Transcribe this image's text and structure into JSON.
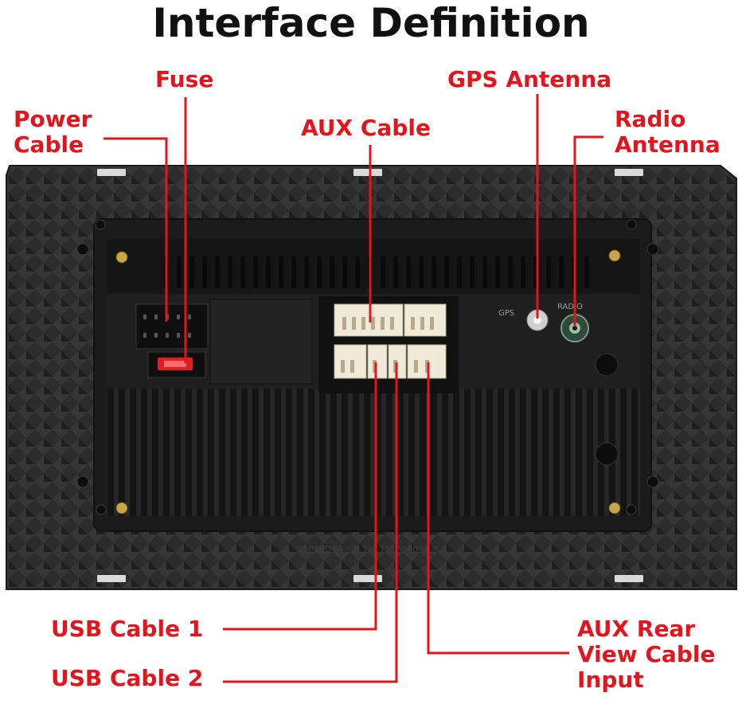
{
  "title": "Interface Definition",
  "labels": {
    "fuse": "Fuse",
    "power_cable_line1": "Power",
    "power_cable_line2": "Cable",
    "aux_cable": "AUX Cable",
    "gps_antenna": "GPS Antenna",
    "radio_antenna_line1": "Radio",
    "radio_antenna_line2": "Antenna",
    "usb_cable_1": "USB Cable 1",
    "usb_cable_2": "USB Cable 2",
    "aux_rear_line1": "AUX Rear",
    "aux_rear_line2": "View Cable",
    "aux_rear_line3": "Input"
  },
  "unit_markings": {
    "gps": "GPS",
    "radio": "RADIO",
    "serial": "实用新型专利 ZL201721608032.8"
  },
  "colors": {
    "callout": "#e3141b",
    "title": "#111111",
    "chassis": "#2b2b2b",
    "connector": "#f1ead8",
    "fuse": "#e02020"
  },
  "icons": [
    "fuse-icon",
    "gps-antenna-socket-icon",
    "radio-antenna-socket-icon",
    "screw-icon"
  ]
}
